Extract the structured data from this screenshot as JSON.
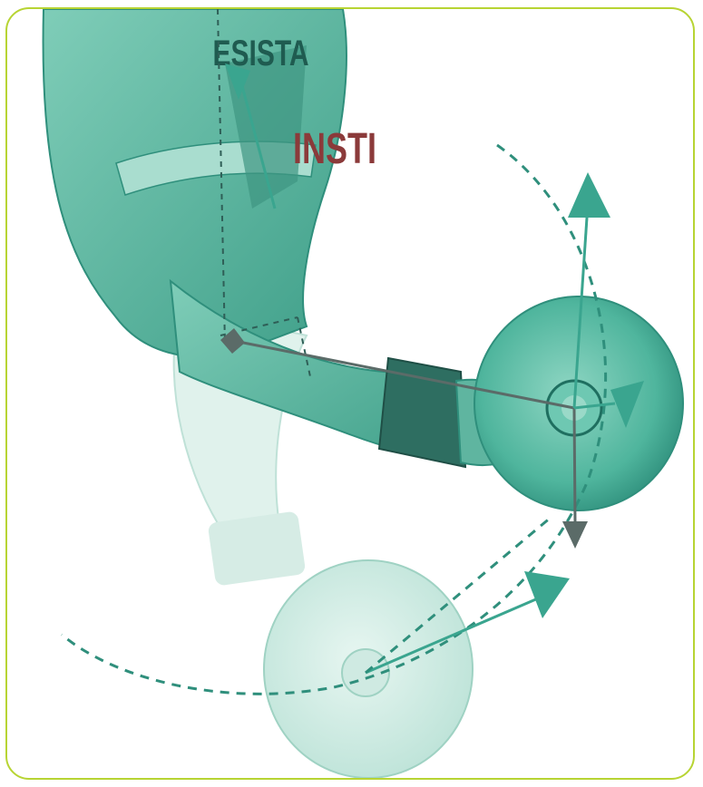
{
  "image": {
    "subject": "arm-curl-biomechanics-illustration",
    "colors": {
      "frame_border": "#b7d433",
      "teal_light": "#bfe3d9",
      "teal_mid": "#5fbda6",
      "teal_dark": "#2f8f7c",
      "arrow_teal": "#3aa58f",
      "arrow_gray": "#5b6b68",
      "shirt_text": "#8b3a3a"
    }
  },
  "shirt": {
    "line1": "ESISTA",
    "line2": "INSTI"
  }
}
